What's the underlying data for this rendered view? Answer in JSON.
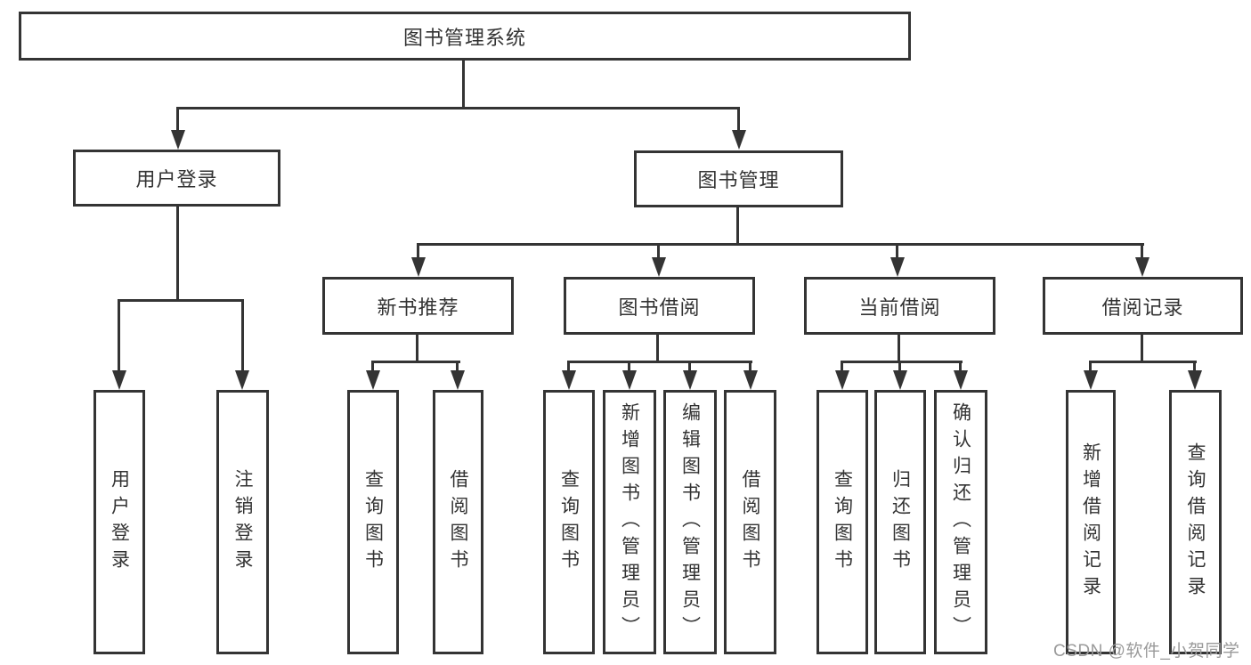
{
  "nodes": {
    "root": {
      "label": "图书管理系统"
    },
    "user_login": {
      "label": "用户登录"
    },
    "book_mgmt": {
      "label": "图书管理"
    },
    "new_book_rec": {
      "label": "新书推荐"
    },
    "book_borrow": {
      "label": "图书借阅"
    },
    "current_borrow": {
      "label": "当前借阅"
    },
    "borrow_record": {
      "label": "借阅记录"
    },
    "leaf_user_login": {
      "label": "用户登录"
    },
    "leaf_logout": {
      "label": "注销登录"
    },
    "leaf_nb_query": {
      "label": "查询图书"
    },
    "leaf_nb_borrow": {
      "label": "借阅图书"
    },
    "leaf_bb_query": {
      "label": "查询图书"
    },
    "leaf_bb_add": {
      "label": "新增图书（管理员）"
    },
    "leaf_bb_edit": {
      "label": "编辑图书（管理员）"
    },
    "leaf_bb_borrow": {
      "label": "借阅图书"
    },
    "leaf_cb_query": {
      "label": "查询图书"
    },
    "leaf_cb_return": {
      "label": "归还图书"
    },
    "leaf_cb_confirm": {
      "label": "确认归还（管理员）"
    },
    "leaf_br_add": {
      "label": "新增借阅记录"
    },
    "leaf_br_query": {
      "label": "查询借阅记录"
    }
  },
  "watermark": "CSDN @软件_小贺同学",
  "colors": {
    "line": "#343434",
    "box_background": "#ffffff",
    "text": "#333333",
    "watermark": "#9a9a9a"
  }
}
